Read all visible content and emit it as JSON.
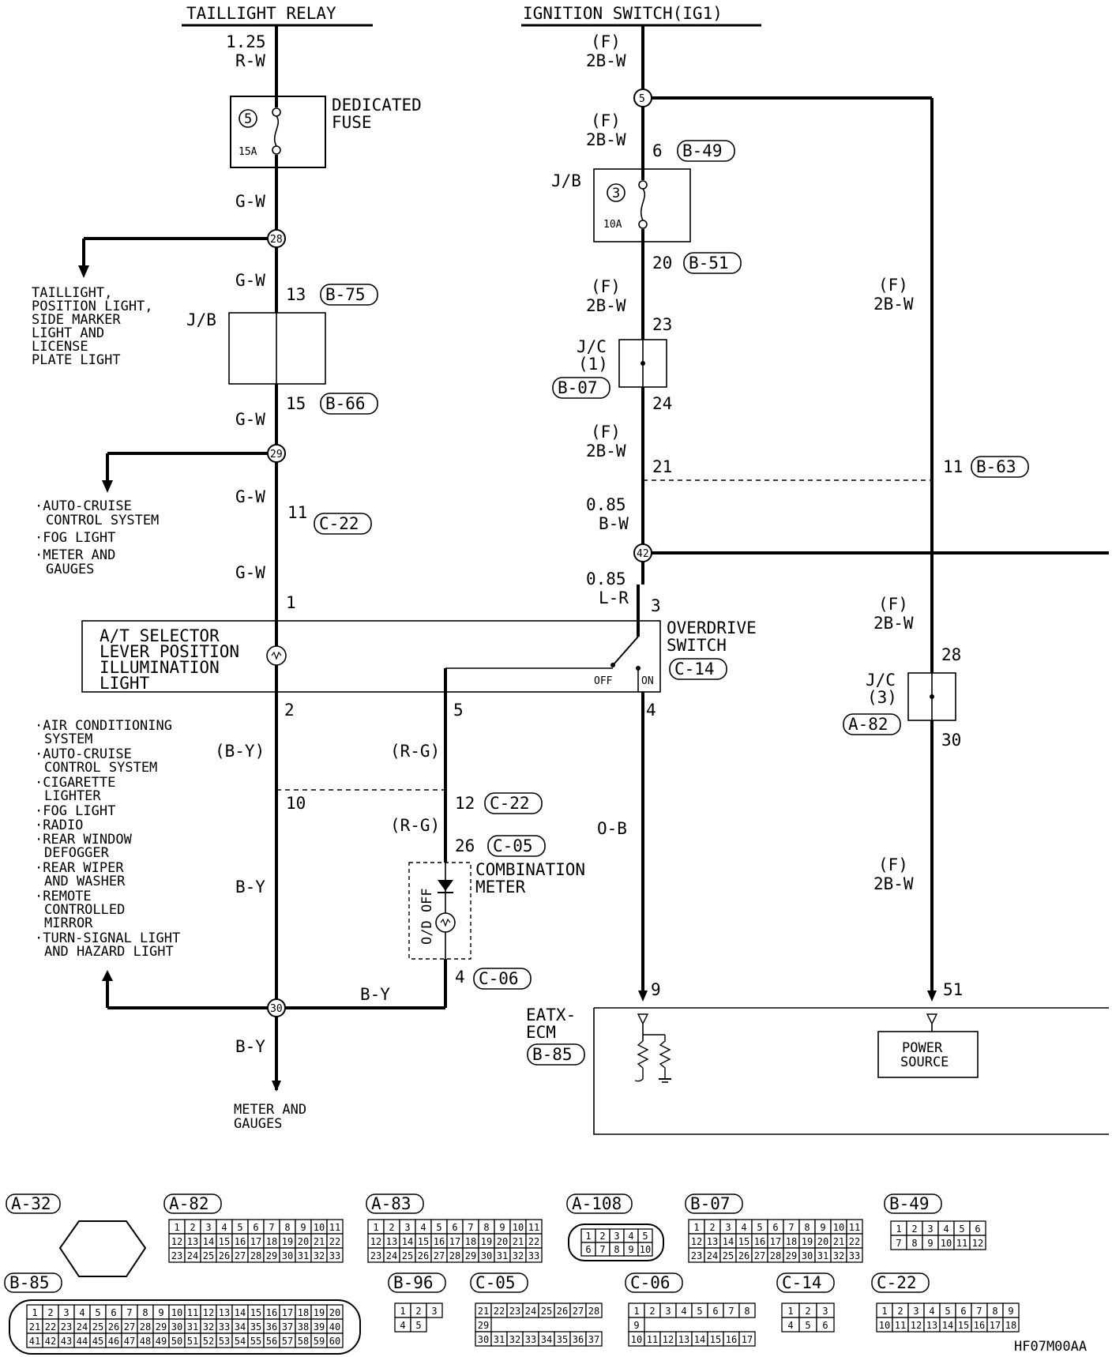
{
  "header": {
    "taillight_relay": "TAILLIGHT RELAY",
    "ignition_switch": "IGNITION SWITCH(IG1)"
  },
  "left_circuit": {
    "wire_top_size": "1.25",
    "wire_top_color": "R-W",
    "fuse_label_1": "DEDICATED",
    "fuse_label_2": "FUSE",
    "fuse_number": "5",
    "fuse_rating": "15A",
    "wire_gw": "G-W",
    "junction_28": "28",
    "junction_29": "29",
    "junction_30": "30",
    "taillight_loads": [
      "TAILLIGHT,",
      "POSITION LIGHT,",
      "SIDE MARKER",
      "LIGHT AND",
      "LICENSE",
      "PLATE LIGHT"
    ],
    "jb_label": "J/B",
    "pin_13": "13",
    "conn_b75": "B-75",
    "pin_15": "15",
    "conn_b66": "B-66",
    "cruise_loads": [
      "·AUTO-CRUISE",
      "CONTROL SYSTEM",
      "·FOG LIGHT",
      "·METER AND",
      "GAUGES"
    ],
    "pin_11": "11",
    "conn_c22": "C-22",
    "pin_1": "1"
  },
  "selector": {
    "label": [
      "A/T SELECTOR",
      "LEVER POSITION",
      "ILLUMINATION",
      "LIGHT"
    ],
    "pin_2": "2",
    "pin_5": "5",
    "pin_4": "4",
    "off": "OFF",
    "on": "ON"
  },
  "overdrive": {
    "label_1": "OVERDRIVE",
    "label_2": "SWITCH",
    "conn": "C-14",
    "wire_size": "0.85",
    "wire_color": "L-R",
    "pin_3": "3"
  },
  "lower_left": {
    "loads": [
      "·AIR CONDITIONING",
      "SYSTEM",
      "·AUTO-CRUISE",
      "CONTROL SYSTEM",
      "·CIGARETTE",
      "LIGHTER",
      "·FOG LIGHT",
      "·RADIO",
      "·REAR WINDOW",
      "DEFOGGER",
      "·REAR WIPER",
      "AND WASHER",
      "·REMOTE",
      "CONTROLLED",
      "MIRROR",
      "·TURN-SIGNAL LIGHT",
      "AND HAZARD LIGHT"
    ],
    "by_paren": "(B-Y)",
    "by": "B-Y",
    "rg_paren": "(R-G)",
    "pin_10": "10",
    "pin_12": "12",
    "conn_c22": "C-22",
    "pin_26": "26",
    "conn_c05": "C-05",
    "combo_1": "COMBINATION",
    "combo_2": "METER",
    "od_off": "O/D OFF",
    "pin_4b": "4",
    "conn_c06": "C-06",
    "meter_1": "METER AND",
    "meter_2": "GAUGES"
  },
  "ignition_circuit": {
    "wire_f": "(F)",
    "wire_2bw": "2B-W",
    "junction_5": "5",
    "pin_6": "6",
    "conn_b49": "B-49",
    "jb": "J/B",
    "fuse_number": "3",
    "fuse_rating": "10A",
    "pin_20": "20",
    "conn_b51": "B-51",
    "pin_23": "23",
    "jc1_1": "J/C",
    "jc1_2": "(1)",
    "conn_b07": "B-07",
    "pin_24": "24",
    "pin_21": "21",
    "wire_085": "0.85",
    "wire_bw": "B-W",
    "junction_42": "42",
    "pin_11": "11",
    "conn_b63": "B-63",
    "pin_28": "28",
    "jc3_1": "J/C",
    "jc3_2": "(3)",
    "conn_a82": "A-82",
    "pin_30": "30",
    "wire_ob": "O-B",
    "pin_9": "9",
    "pin_51": "51"
  },
  "ecm": {
    "name_1": "EATX-",
    "name_2": "ECM",
    "conn": "B-85",
    "power_1": "POWER",
    "power_2": "SOURCE"
  },
  "connectors": {
    "a32": "A-32",
    "a82": "A-82",
    "a83": "A-83",
    "a108": "A-108",
    "b07": "B-07",
    "b49": "B-49",
    "b85": "B-85",
    "b96": "B-96",
    "c05": "C-05",
    "c06": "C-06",
    "c14": "C-14",
    "c22": "C-22"
  },
  "footer": {
    "code": "HF07M00AA"
  }
}
